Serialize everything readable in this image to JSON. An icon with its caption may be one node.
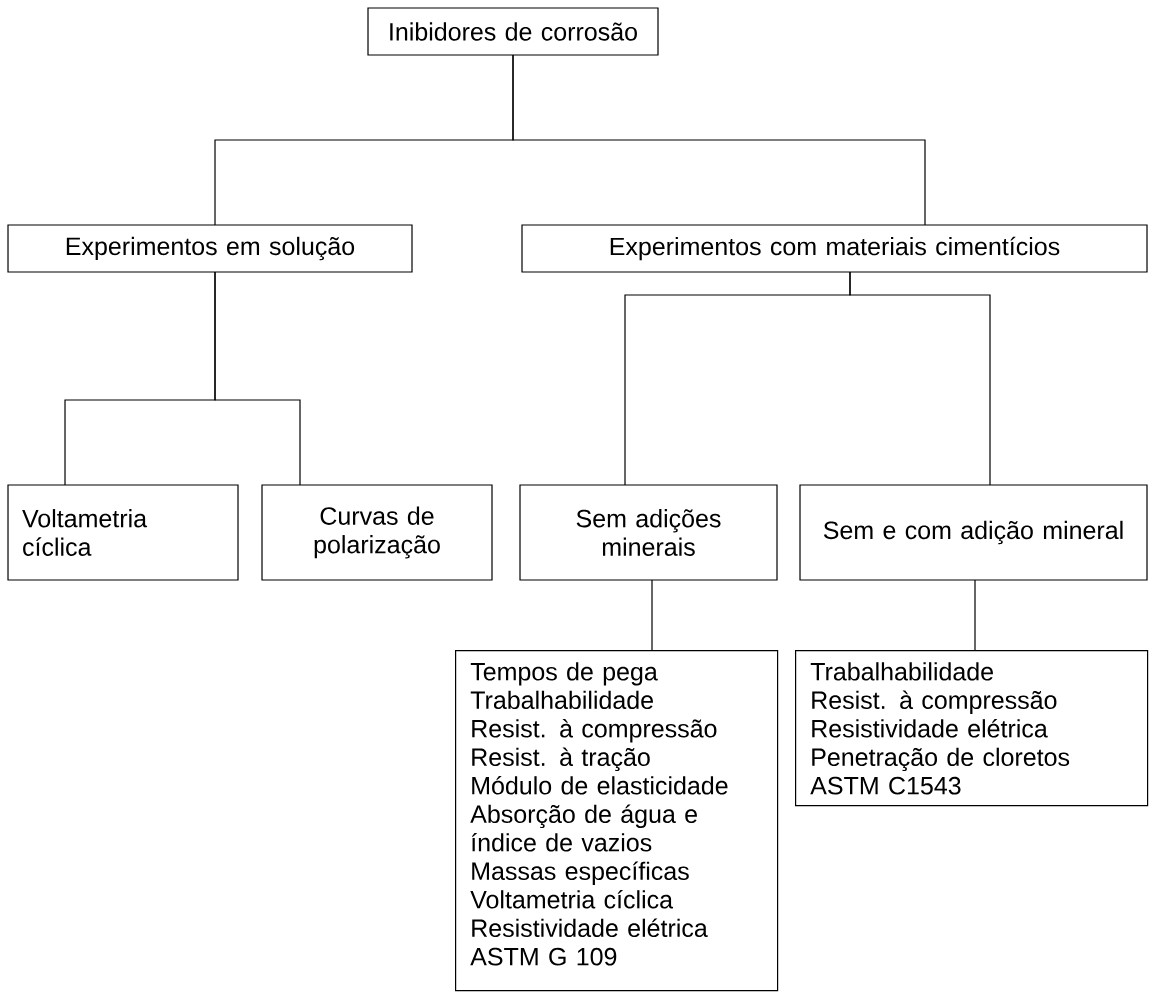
{
  "diagram": {
    "nodes": [
      {
        "text": [
          "Inibidores de corrosão"
        ]
      },
      {
        "text": [
          "Experimentos em solução"
        ]
      },
      {
        "text": [
          "Experimentos com materiais cimentícios"
        ]
      },
      {
        "text": [
          "Voltametria cíclica"
        ]
      },
      {
        "text": [
          "Curvas de polarização"
        ]
      },
      {
        "text": [
          "Sem adições minerais"
        ]
      },
      {
        "text": [
          "Sem e com adição mineral"
        ]
      },
      {
        "text": [
          "Tempos de pega",
          "Trabalhabilidade",
          "Resist. à compressão",
          "Resist. à tração",
          "Módulo de elasticidade",
          "Absorção de água e índice de vazios",
          "Massas específicas",
          "Voltametria cíclica",
          "Resistividade elétrica",
          "ASTM G 109"
        ]
      },
      {
        "text": [
          "Trabalhabilidade",
          "Resist. à compressão",
          "Resistividade elétrica",
          "Penetração de cloretos ASTM C1543"
        ]
      }
    ],
    "edges": [
      {
        "from": 0,
        "to": 1,
        "arrow": "none"
      },
      {
        "from": 0,
        "to": 2,
        "arrow": "none"
      },
      {
        "from": 1,
        "to": 3,
        "arrow": "none"
      },
      {
        "from": 1,
        "to": 4,
        "arrow": "none"
      },
      {
        "from": 2,
        "to": 5,
        "arrow": "none"
      },
      {
        "from": 2,
        "to": 6,
        "arrow": "none"
      },
      {
        "from": 5,
        "to": 7,
        "arrow": "none"
      },
      {
        "from": 6,
        "to": 8,
        "arrow": "none"
      }
    ]
  }
}
